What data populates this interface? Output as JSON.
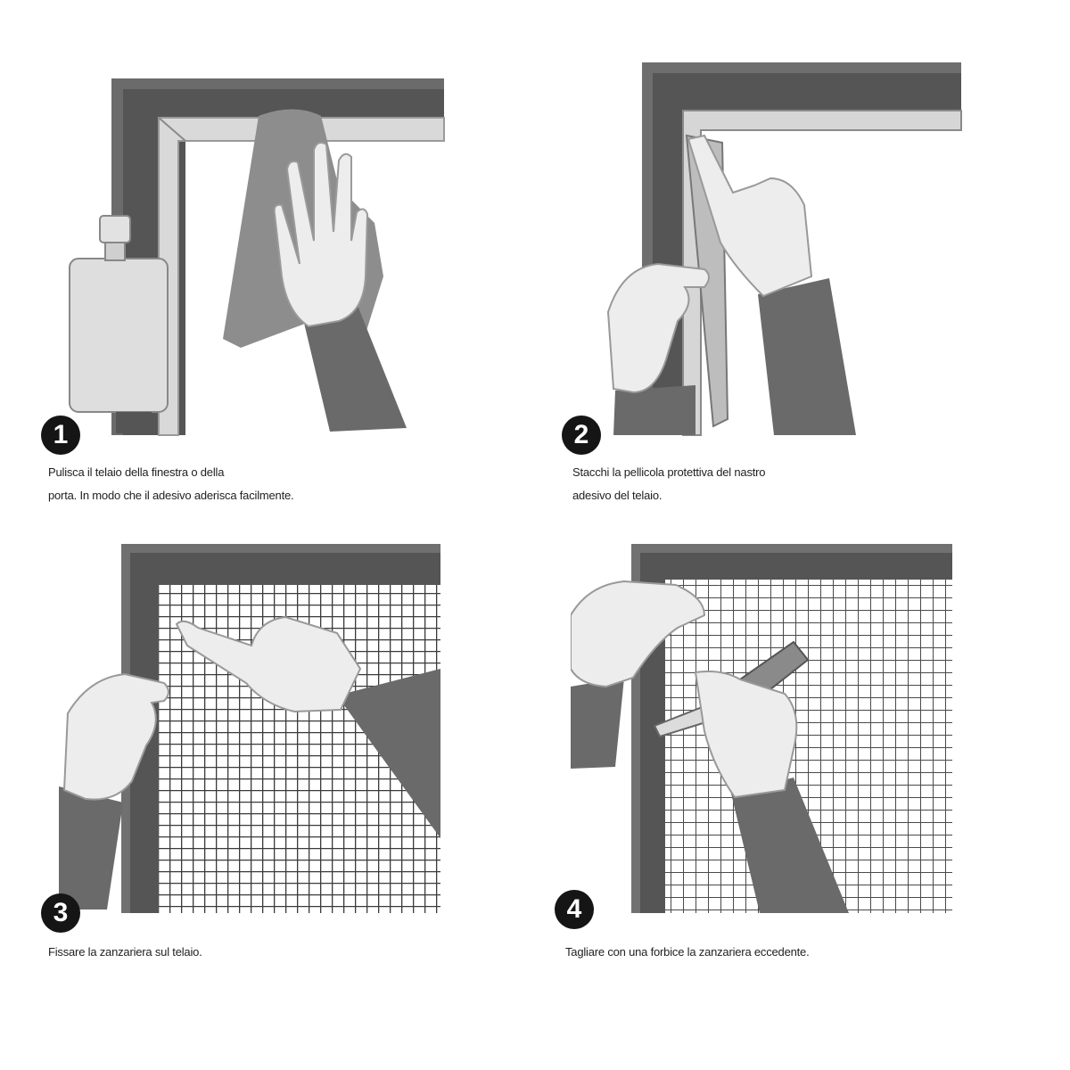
{
  "steps": [
    {
      "number": "1",
      "caption_lines": [
        "Pulisca il telaio della finestra o della",
        "porta. In modo che il adesivo aderisca facilmente."
      ]
    },
    {
      "number": "2",
      "caption_lines": [
        "Stacchi la pellicola protettiva del nastro",
        "adesivo del telaio."
      ]
    },
    {
      "number": "3",
      "caption_lines": [
        "Fissare la zanzariera sul telaio."
      ]
    },
    {
      "number": "4",
      "caption_lines": [
        "Tagliare con una forbice la zanzariera eccedente."
      ]
    }
  ],
  "colors": {
    "frame_dark": "#4f4f4f",
    "frame_light": "#dcdcdc",
    "hand": "#ececec",
    "sleeve": "#6a6a6a",
    "mesh": "#3a3a3a",
    "badge": "#151515"
  }
}
